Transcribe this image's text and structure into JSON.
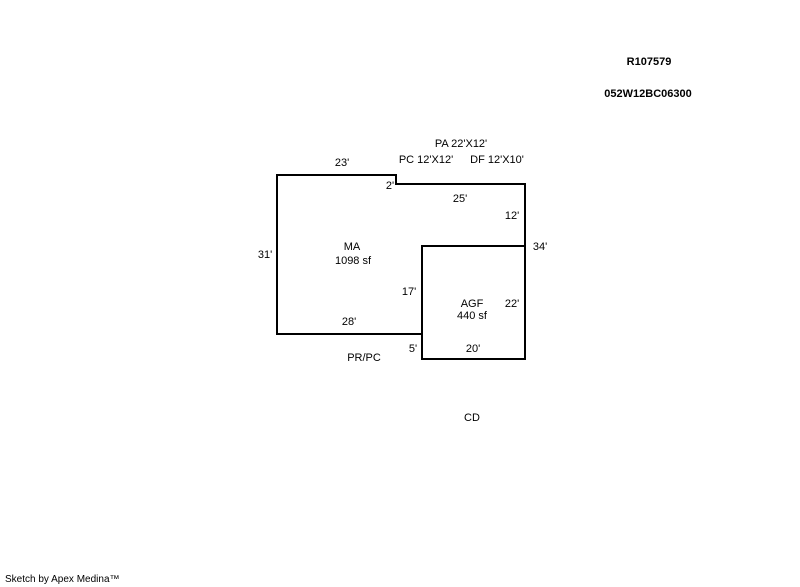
{
  "header": {
    "parcel_id": "R107579",
    "map_number": "052W12BC06300"
  },
  "areas": [
    {
      "code": "MA",
      "area": "1098 sf"
    },
    {
      "code": "AGF",
      "area": "440 sf"
    }
  ],
  "annotations": {
    "pa": "PA 22'X12'",
    "pc": "PC 12'X12'",
    "df": "DF 12'X10'",
    "prpc": "PR/PC",
    "cd": "CD"
  },
  "dimensions": {
    "d23": "23'",
    "d2": "2'",
    "d25": "25'",
    "d12": "12'",
    "d34": "34'",
    "d31": "31'",
    "d17": "17'",
    "d28": "28'",
    "d22": "22'",
    "d5": "5'",
    "d20": "20'"
  },
  "footer": {
    "credit": "Sketch by Apex Medina™"
  },
  "colors": {
    "line": "#000000",
    "background": "#ffffff"
  }
}
